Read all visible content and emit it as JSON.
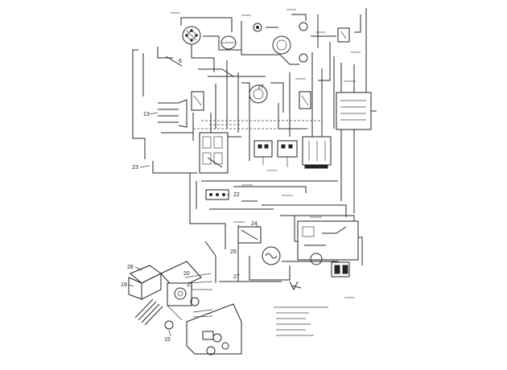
{
  "callouts": {
    "c1": "13",
    "c2": "23",
    "c3": "22",
    "c4": "17",
    "c5": "6",
    "c6": "24",
    "c7": "25",
    "c8": "27",
    "c9": "28",
    "c10": "19",
    "c11": "20",
    "c12": "21",
    "c13": "15"
  },
  "colors": {
    "ink": "#222222",
    "paper": "#ffffff"
  }
}
